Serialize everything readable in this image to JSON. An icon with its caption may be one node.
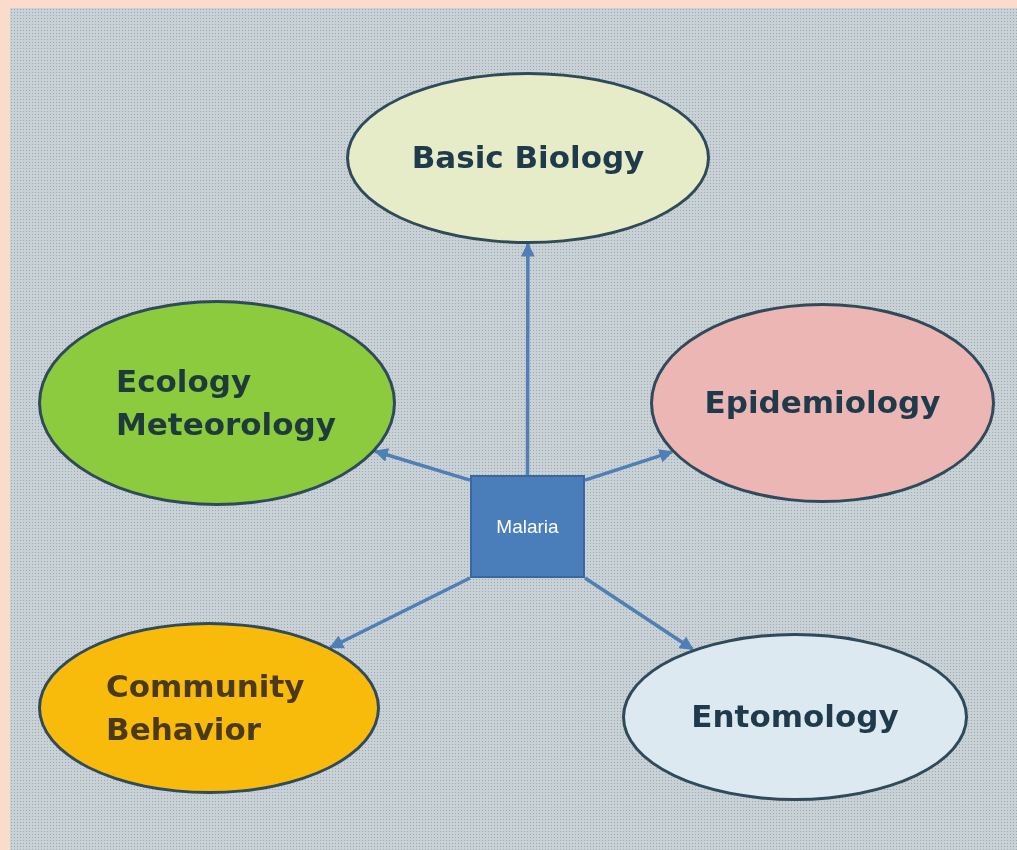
{
  "diagram": {
    "nodes": [
      {
        "text": [
          "Basic Biology"
        ]
      },
      {
        "text": [
          "Ecology Meteorology"
        ]
      },
      {
        "text": [
          "Epidemiology"
        ]
      },
      {
        "text": [
          "Malaria"
        ]
      },
      {
        "text": [
          "Community Behavior"
        ]
      },
      {
        "text": [
          "Entomology"
        ]
      }
    ],
    "edges": [
      {
        "from": 3,
        "to": 0,
        "arrow": "to"
      },
      {
        "from": 3,
        "to": 1,
        "arrow": "to"
      },
      {
        "from": 3,
        "to": 2,
        "arrow": "to"
      },
      {
        "from": 3,
        "to": 4,
        "arrow": "to"
      },
      {
        "from": 3,
        "to": 5,
        "arrow": "to"
      }
    ]
  }
}
